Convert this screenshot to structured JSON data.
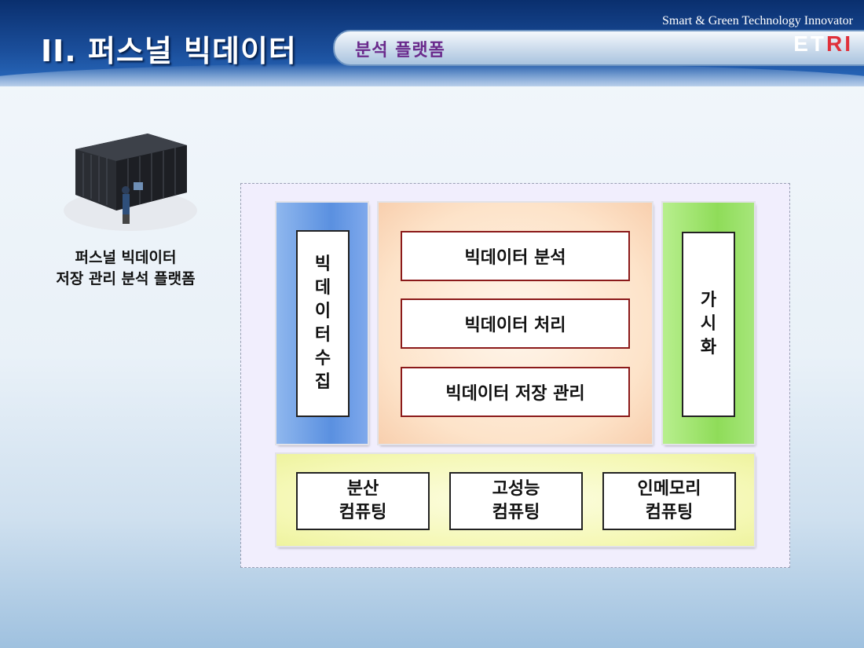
{
  "header": {
    "title": "II. 퍼스널 빅데이터",
    "section_label": "분석 플랫폼",
    "brand_tagline": "Smart & Green Technology Innovator",
    "brand_logo_main": "ET",
    "brand_logo_accent": "RI"
  },
  "side": {
    "caption_line1": "퍼스널 빅데이터",
    "caption_line2": "저장 관리 분석 플랫폼"
  },
  "diagram": {
    "collection": "빅데이터수집",
    "center": {
      "analysis": "빅데이터 분석",
      "processing": "빅데이터 처리",
      "storage": "빅데이터 저장 관리"
    },
    "visualization": "가시화",
    "computing": [
      {
        "line1": "분산",
        "line2": "컴퓨팅"
      },
      {
        "line1": "고성능",
        "line2": "컴퓨팅"
      },
      {
        "line1": "인메모리",
        "line2": "컴퓨팅"
      }
    ]
  },
  "colors": {
    "header_blue": "#1b4f9c",
    "collect_blue": "#5a90e0",
    "center_peach": "#fde3c9",
    "vis_green": "#8fdc59",
    "bottom_yellow": "#f5f8b6",
    "center_box_border": "#8b1a1a",
    "section_label": "#6a2a8c",
    "logo_accent": "#e0303a"
  }
}
